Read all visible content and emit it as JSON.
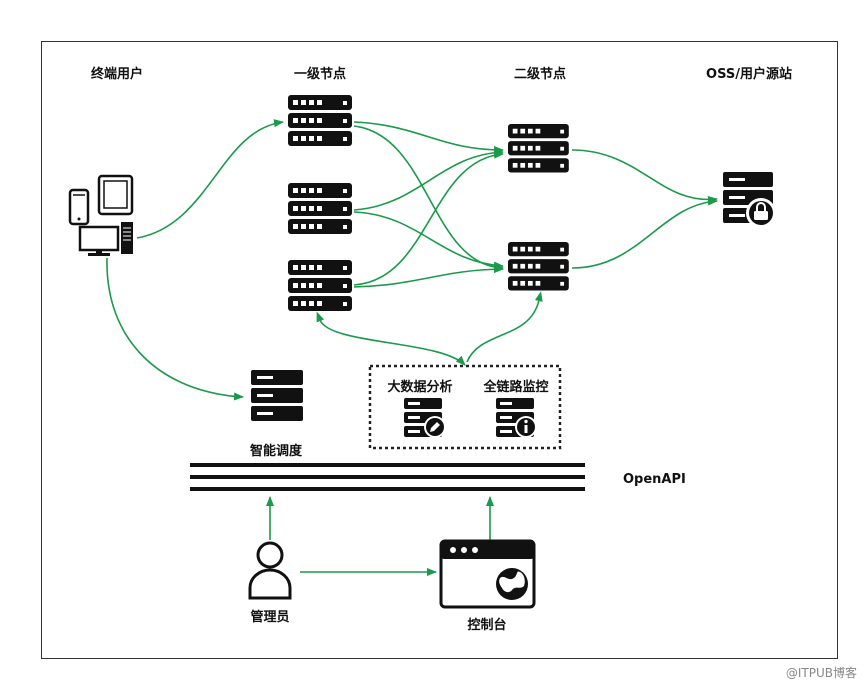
{
  "labels": {
    "end_users": "终端用户",
    "tier1_nodes": "一级节点",
    "tier2_nodes": "二级节点",
    "origin": "OSS/用户源站",
    "big_data": "大数据分析",
    "full_link": "全链路监控",
    "scheduler": "智能调度",
    "openapi": "OpenAPI",
    "admin": "管理员",
    "console": "控制台"
  },
  "watermark": "@ITPUB博客",
  "colors": {
    "arrow": "#1a9a4a",
    "icon": "#111111",
    "frame": "#333333"
  },
  "icons": {
    "end_user_devices": [
      "phone-icon",
      "tablet-icon",
      "desktop-icon"
    ],
    "tier1": [
      "server-icon",
      "server-icon",
      "server-icon"
    ],
    "tier2": [
      "server-icon",
      "server-icon"
    ],
    "origin": "server-lock-icon",
    "big_data": "server-edit-icon",
    "full_link": "server-info-icon",
    "scheduler": "server-icon",
    "admin": "user-icon",
    "console": "browser-globe-icon"
  }
}
